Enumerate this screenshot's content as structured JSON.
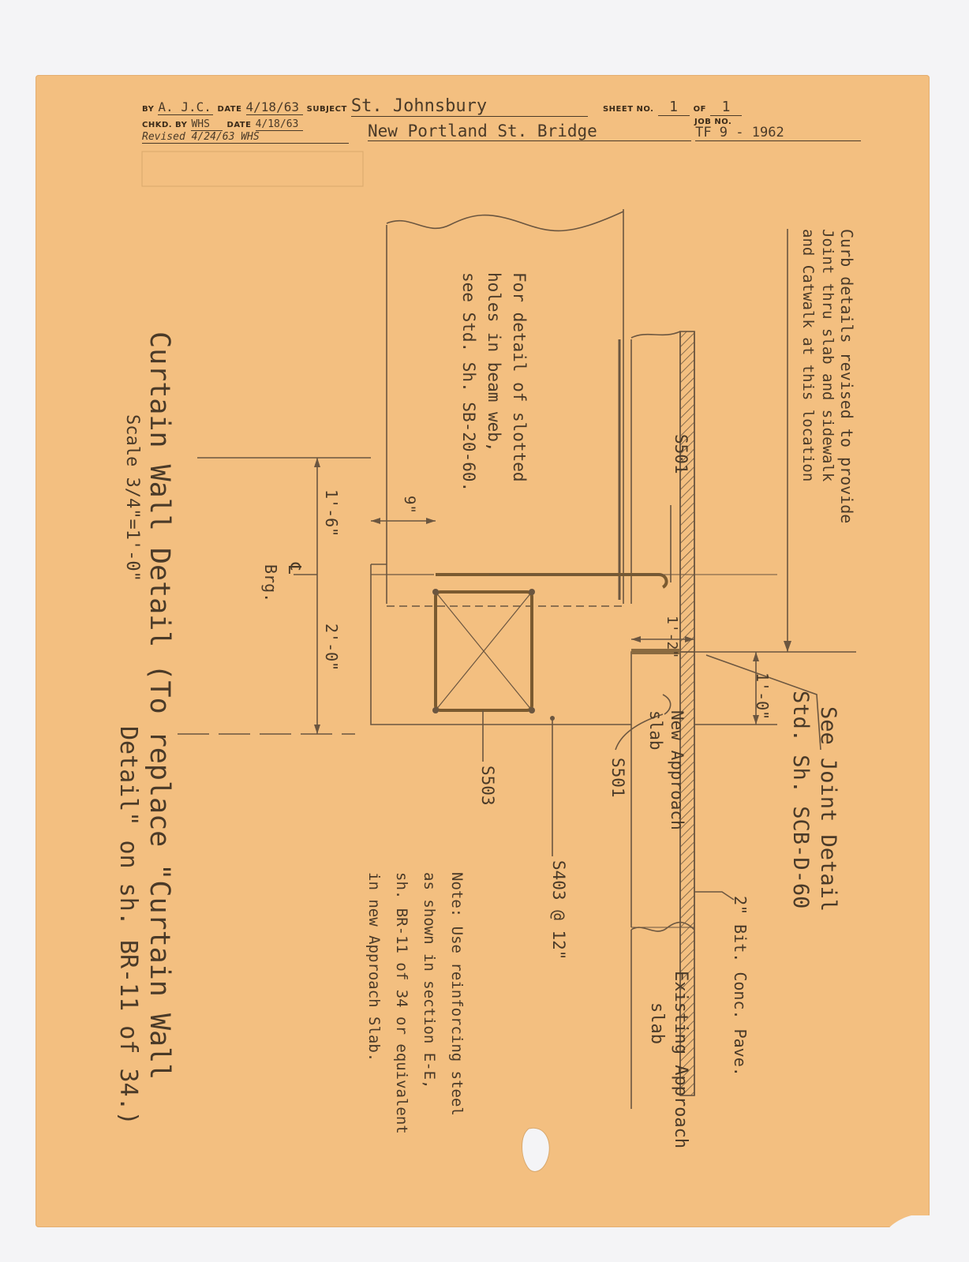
{
  "header": {
    "by_label": "BY",
    "by_value": "A. J.C.",
    "date_label": "DATE",
    "date_value": "4/18/63",
    "subject_label": "SUBJECT",
    "subject_value": "St. Johnsbury",
    "sheet_no_label": "SHEET NO.",
    "sheet_no_value": "1",
    "of_label": "OF",
    "of_value": "1",
    "chkd_label": "CHKD. BY",
    "chkd_value": "WHS",
    "chkd_date_label": "DATE",
    "chkd_date_value": "4/18/63",
    "job_no_label": "JOB NO.",
    "revised_text": "Revised 4/24/63 WHS",
    "project_value": "New Portland St. Bridge",
    "job_value": "TF 9 - 1962"
  },
  "notes": {
    "curb_note_1": "Curb details revised to provide",
    "curb_note_2": "Joint thru slab and sidewalk",
    "curb_note_3": "and Catwalk at this location",
    "slotted_1": "For detail of slotted",
    "slotted_2": "holes in beam web,",
    "slotted_3": "see Std. Sh. SB-20-60.",
    "title_1": "Curtain Wall Detail (To replace \"Curtain Wall",
    "title_2": "Detail\" on sh. BR-11 of 34.)",
    "scale": "Scale 3/4\"=1'-0\"",
    "joint_1": "See Joint Detail",
    "joint_2": "Std. Sh. SCB-D-60",
    "pave": "2\" Bit. Conc. Pave.",
    "existing_1": "Existing Approach",
    "existing_2": "slab",
    "new_1": "New Approach",
    "new_2": "slab",
    "bar_s501_a": "S501",
    "bar_s501_b": "S501",
    "bar_s503": "S503",
    "bar_s403": "S403 @ 12\"",
    "dim_1_6": "1'-6\"",
    "dim_9": "9\"",
    "dim_2_0": "2'-0\"",
    "dim_1_2": "1'-2\"",
    "dim_1_0": "1'-0\"",
    "brg": "Brg.",
    "cl": "℄",
    "note_1": "Note: Use reinforcing steel",
    "note_2": "as shown in section E-E,",
    "note_3": "sh. BR-11 of 34 or equivalent",
    "note_4": "in new Approach Slab."
  }
}
